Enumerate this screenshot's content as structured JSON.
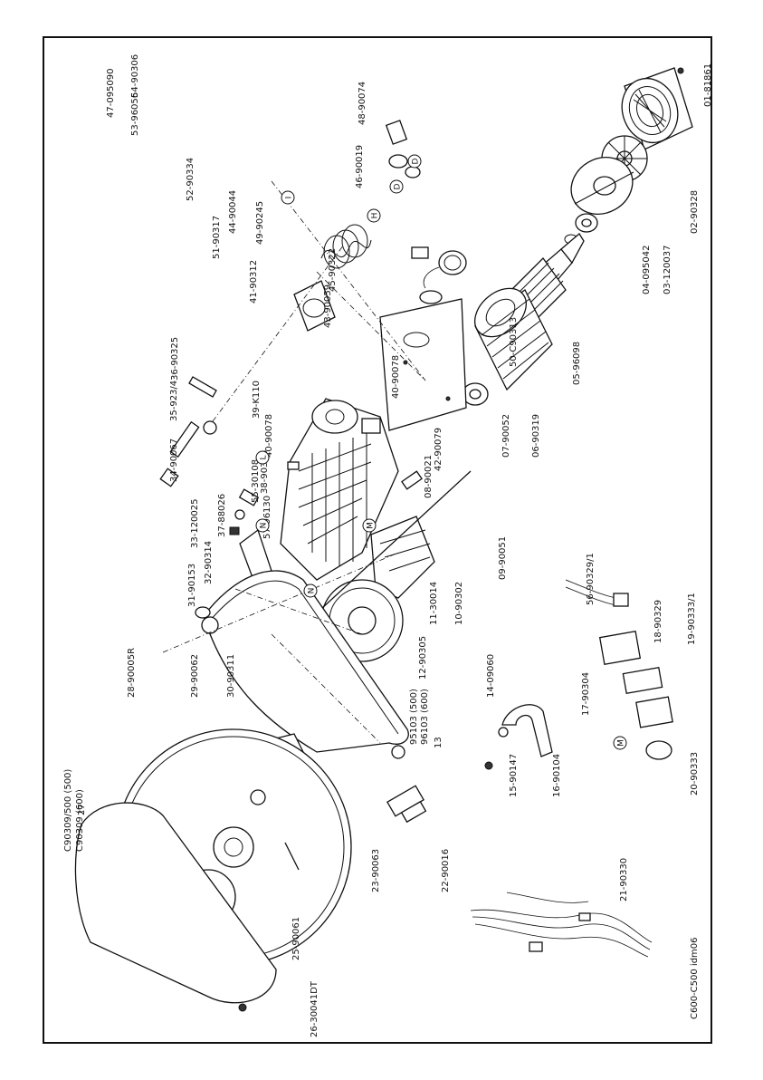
{
  "diagram": {
    "footer_code": "C600-C500 idm06",
    "callouts": [
      {
        "id": "p01",
        "text": "01-81861"
      },
      {
        "id": "p02",
        "text": "02-90328"
      },
      {
        "id": "p03",
        "text": "03-120037"
      },
      {
        "id": "p04",
        "text": "04-095042"
      },
      {
        "id": "p05",
        "text": "05-96098"
      },
      {
        "id": "p06",
        "text": "06-90319"
      },
      {
        "id": "p07",
        "text": "07-90052"
      },
      {
        "id": "p08",
        "text": "08-90021"
      },
      {
        "id": "p09",
        "text": "09-90051"
      },
      {
        "id": "p10",
        "text": "10-90302"
      },
      {
        "id": "p11",
        "text": "11-30014"
      },
      {
        "id": "p12",
        "text": "12-90305"
      },
      {
        "id": "p13",
        "text": "13"
      },
      {
        "id": "p13a",
        "text": "95103 (500)"
      },
      {
        "id": "p13b",
        "text": "96103 (600)"
      },
      {
        "id": "p14",
        "text": "14-09060"
      },
      {
        "id": "p15",
        "text": "15-90147"
      },
      {
        "id": "p16",
        "text": "16-90104"
      },
      {
        "id": "p17",
        "text": "17-90304"
      },
      {
        "id": "p18",
        "text": "18-90329"
      },
      {
        "id": "p19",
        "text": "19-90333/1"
      },
      {
        "id": "p20",
        "text": "20-90333"
      },
      {
        "id": "p21",
        "text": "21-90330"
      },
      {
        "id": "p22",
        "text": "22-90016"
      },
      {
        "id": "p23",
        "text": "23-90063"
      },
      {
        "id": "p25",
        "text": "25-90061"
      },
      {
        "id": "p26",
        "text": "26-30041DT"
      },
      {
        "id": "p27",
        "text": "27"
      },
      {
        "id": "p27a",
        "text": "C90309/500 (500)"
      },
      {
        "id": "p27b",
        "text": "C90309 (600)"
      },
      {
        "id": "p28",
        "text": "28-90005R"
      },
      {
        "id": "p29",
        "text": "29-90062"
      },
      {
        "id": "p30",
        "text": "30-90311"
      },
      {
        "id": "p31",
        "text": "31-90153"
      },
      {
        "id": "p32",
        "text": "32-90314"
      },
      {
        "id": "p33",
        "text": "33-120025"
      },
      {
        "id": "p34",
        "text": "34-90067"
      },
      {
        "id": "p35",
        "text": "35-923/4"
      },
      {
        "id": "p36",
        "text": "36-90325"
      },
      {
        "id": "p37",
        "text": "37-88026"
      },
      {
        "id": "p38",
        "text": "38-90316"
      },
      {
        "id": "p39",
        "text": "39-K110"
      },
      {
        "id": "p40",
        "text": "40-90078"
      },
      {
        "id": "p40b",
        "text": "40-90078"
      },
      {
        "id": "p41",
        "text": "41-90312"
      },
      {
        "id": "p42",
        "text": "42-90079"
      },
      {
        "id": "p43",
        "text": "43-90059"
      },
      {
        "id": "p44",
        "text": "44-90044"
      },
      {
        "id": "p45",
        "text": "45-90322"
      },
      {
        "id": "p46",
        "text": "46-90019"
      },
      {
        "id": "p47",
        "text": "47-095090"
      },
      {
        "id": "p48",
        "text": "48-90074"
      },
      {
        "id": "p49",
        "text": "49-90245"
      },
      {
        "id": "p50",
        "text": "50-C90313"
      },
      {
        "id": "p51",
        "text": "51-90317"
      },
      {
        "id": "p52",
        "text": "52-90334"
      },
      {
        "id": "p53",
        "text": "53-96056"
      },
      {
        "id": "p54",
        "text": "54-90306"
      },
      {
        "id": "p55",
        "text": "55-30108"
      },
      {
        "id": "p56",
        "text": "56-90329/1"
      },
      {
        "id": "p57",
        "text": "57-96130"
      }
    ],
    "markers": [
      {
        "id": "mI",
        "text": "I"
      },
      {
        "id": "mH",
        "text": "H"
      },
      {
        "id": "mD1",
        "text": "D"
      },
      {
        "id": "mD2",
        "text": "D"
      },
      {
        "id": "mL",
        "text": "L"
      },
      {
        "id": "mN1",
        "text": "N"
      },
      {
        "id": "mN2",
        "text": "N"
      },
      {
        "id": "mM1",
        "text": "M"
      },
      {
        "id": "mM2",
        "text": "M"
      }
    ]
  }
}
